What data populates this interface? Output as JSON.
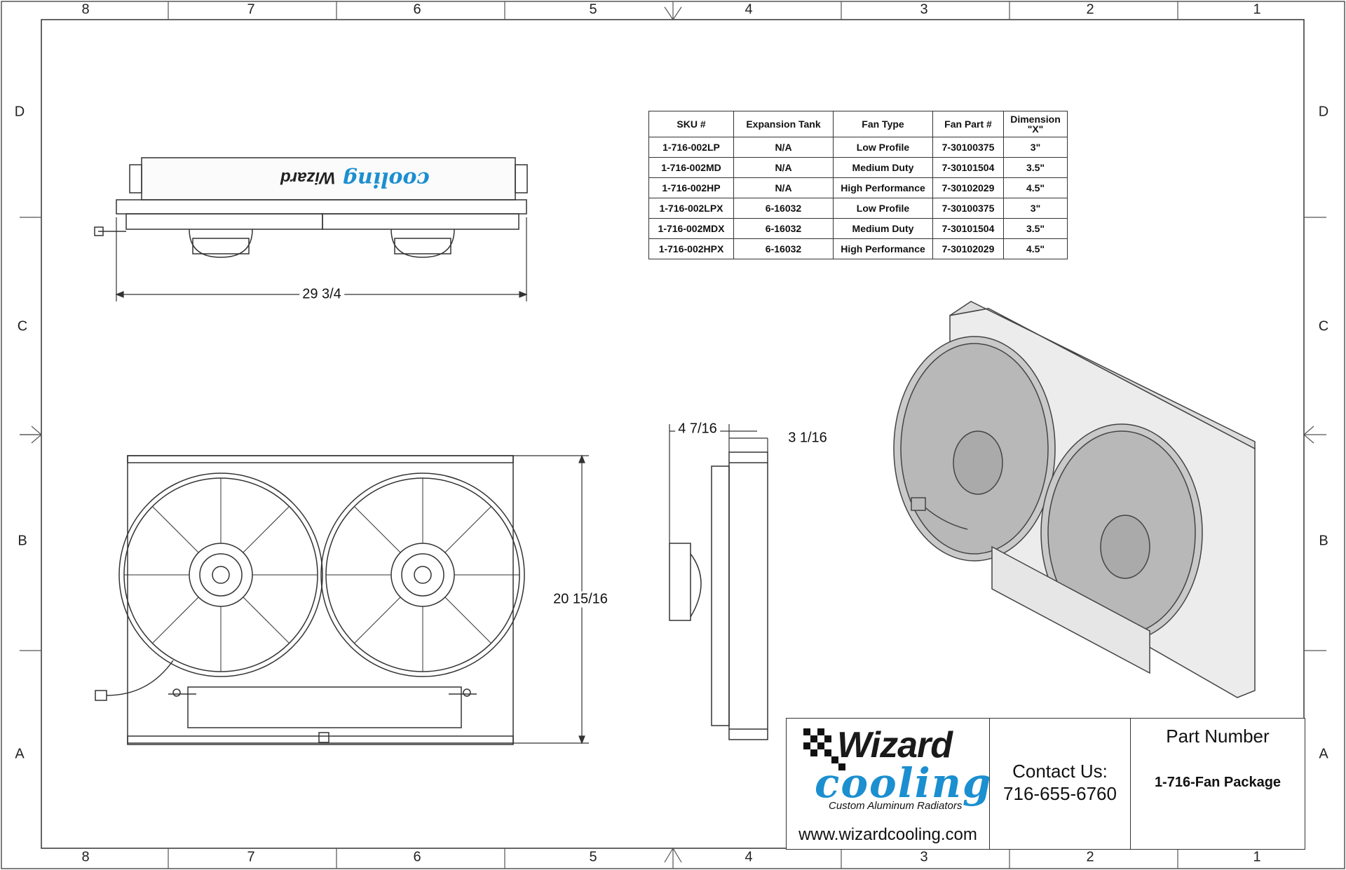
{
  "border": {
    "top_zones": [
      "8",
      "7",
      "6",
      "5",
      "4",
      "3",
      "2",
      "1"
    ],
    "side_zones": [
      "D",
      "C",
      "B",
      "A"
    ]
  },
  "dimensions": {
    "width": "29 3/4",
    "height": "20 15/16",
    "depth_a": "4 7/16",
    "depth_b": "3 1/16"
  },
  "top_view": {
    "logo_text_upper": "Wizard",
    "logo_text_lower": "cooling"
  },
  "sku_table": {
    "headers": [
      "SKU #",
      "Expansion Tank",
      "Fan Type",
      "Fan Part #",
      "Dimension \"X\""
    ],
    "rows": [
      [
        "1-716-002LP",
        "N/A",
        "Low Profile",
        "7-30100375",
        "3\""
      ],
      [
        "1-716-002MD",
        "N/A",
        "Medium Duty",
        "7-30101504",
        "3.5\""
      ],
      [
        "1-716-002HP",
        "N/A",
        "High Performance",
        "7-30102029",
        "4.5\""
      ],
      [
        "1-716-002LPX",
        "6-16032",
        "Low Profile",
        "7-30100375",
        "3\""
      ],
      [
        "1-716-002MDX",
        "6-16032",
        "Medium Duty",
        "7-30101504",
        "3.5\""
      ],
      [
        "1-716-002HPX",
        "6-16032",
        "High Performance",
        "7-30102029",
        "4.5\""
      ]
    ]
  },
  "title_block": {
    "logo_upper": "Wizard",
    "logo_lower": "cooling",
    "tagline": "Custom Aluminum Radiators",
    "website": "www.wizardcooling.com",
    "contact_label": "Contact Us:",
    "contact_phone": "716-655-6760",
    "part_title": "Part Number",
    "part_number": "1-716-Fan Package"
  }
}
